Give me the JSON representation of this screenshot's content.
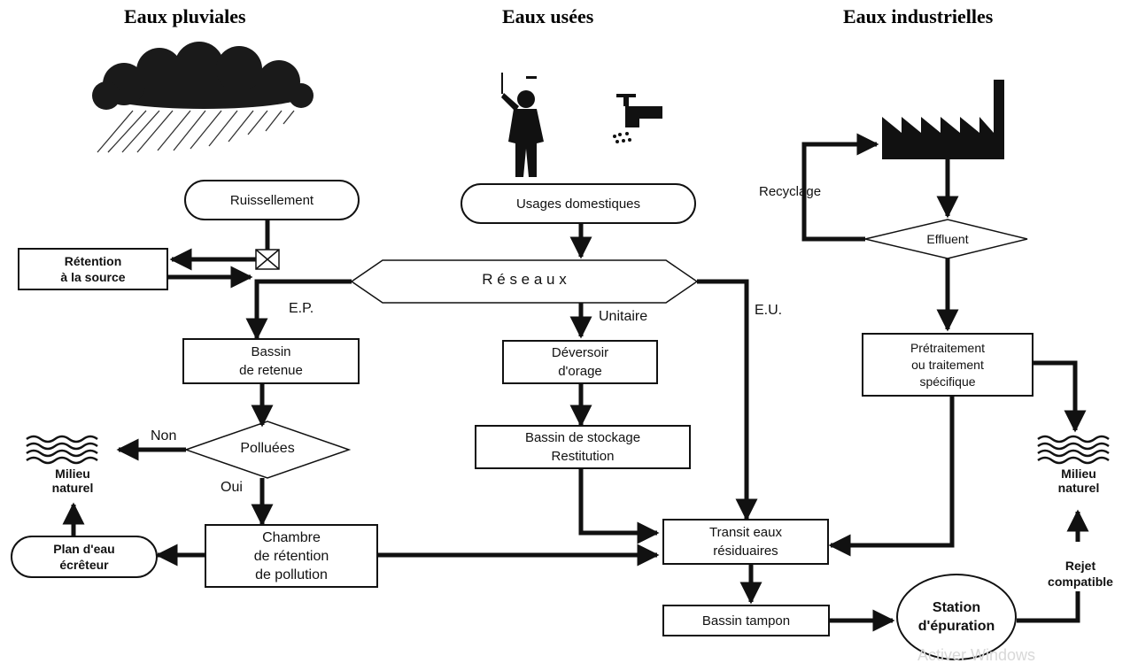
{
  "headers": {
    "pluviales": "Eaux pluviales",
    "usees": "Eaux usées",
    "industrielles": "Eaux industrielles"
  },
  "nodes": {
    "ruissellement": "Ruissellement",
    "retention_source": "Rétention\nà la source",
    "reseaux": "R é s e a u x",
    "usages": "Usages domestiques",
    "bassin_retenue": "Bassin\nde retenue",
    "polluees": "Polluées",
    "chambre": "Chambre\nde rétention\nde pollution",
    "plan_eau": "Plan d'eau\nécrêteur",
    "milieu_left": "Milieu\nnaturel",
    "deversoir": "Déversoir\nd'orage",
    "bassin_stockage": "Bassin de stockage\nRestitution",
    "transit": "Transit eaux\nrésiduaires",
    "bassin_tampon": "Bassin tampon",
    "station": "Station\nd'épuration",
    "effluent": "Effluent",
    "pretraitement": "Prétraitement\nou traitement\nspécifique",
    "milieu_right": "Milieu\nnaturel"
  },
  "labels": {
    "ep": "E.P.",
    "eu": "E.U.",
    "unitaire": "Unitaire",
    "non": "Non",
    "oui": "Oui",
    "recyclage": "Recyclage",
    "rejet": "Rejet\ncompatible",
    "watermark": "Activer Windows"
  },
  "icons": [
    "rain-cloud-icon",
    "person-shower-icon",
    "tap-icon",
    "factory-icon",
    "water-waves-icon",
    "valve-icon"
  ]
}
